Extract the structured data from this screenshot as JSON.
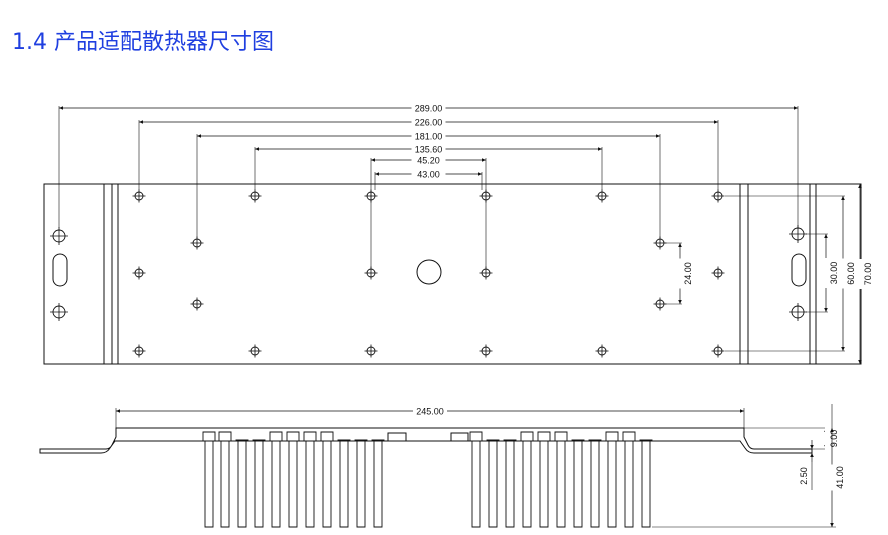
{
  "title": "1.4 产品适配散热器尺寸图",
  "colors": {
    "title": "#1f3fe0",
    "line": "#111111"
  },
  "top_view": {
    "horizontal_dims": [
      {
        "id": "d289",
        "label": "289.00"
      },
      {
        "id": "d226",
        "label": "226.00"
      },
      {
        "id": "d181",
        "label": "181.00"
      },
      {
        "id": "d135",
        "label": "135.60"
      },
      {
        "id": "d45",
        "label": "45.20"
      },
      {
        "id": "d43",
        "label": "43.00"
      }
    ],
    "vertical_dims": [
      {
        "id": "v24",
        "label": "24.00"
      },
      {
        "id": "v30",
        "label": "30.00"
      },
      {
        "id": "v60",
        "label": "60.00"
      },
      {
        "id": "v70",
        "label": "70.00"
      }
    ]
  },
  "side_view": {
    "horizontal_dims": [
      {
        "id": "d245",
        "label": "245.00"
      }
    ],
    "vertical_dims": [
      {
        "id": "v9",
        "label": "9.00"
      },
      {
        "id": "v2",
        "label": "2.50"
      },
      {
        "id": "v41",
        "label": "41.00"
      }
    ]
  }
}
